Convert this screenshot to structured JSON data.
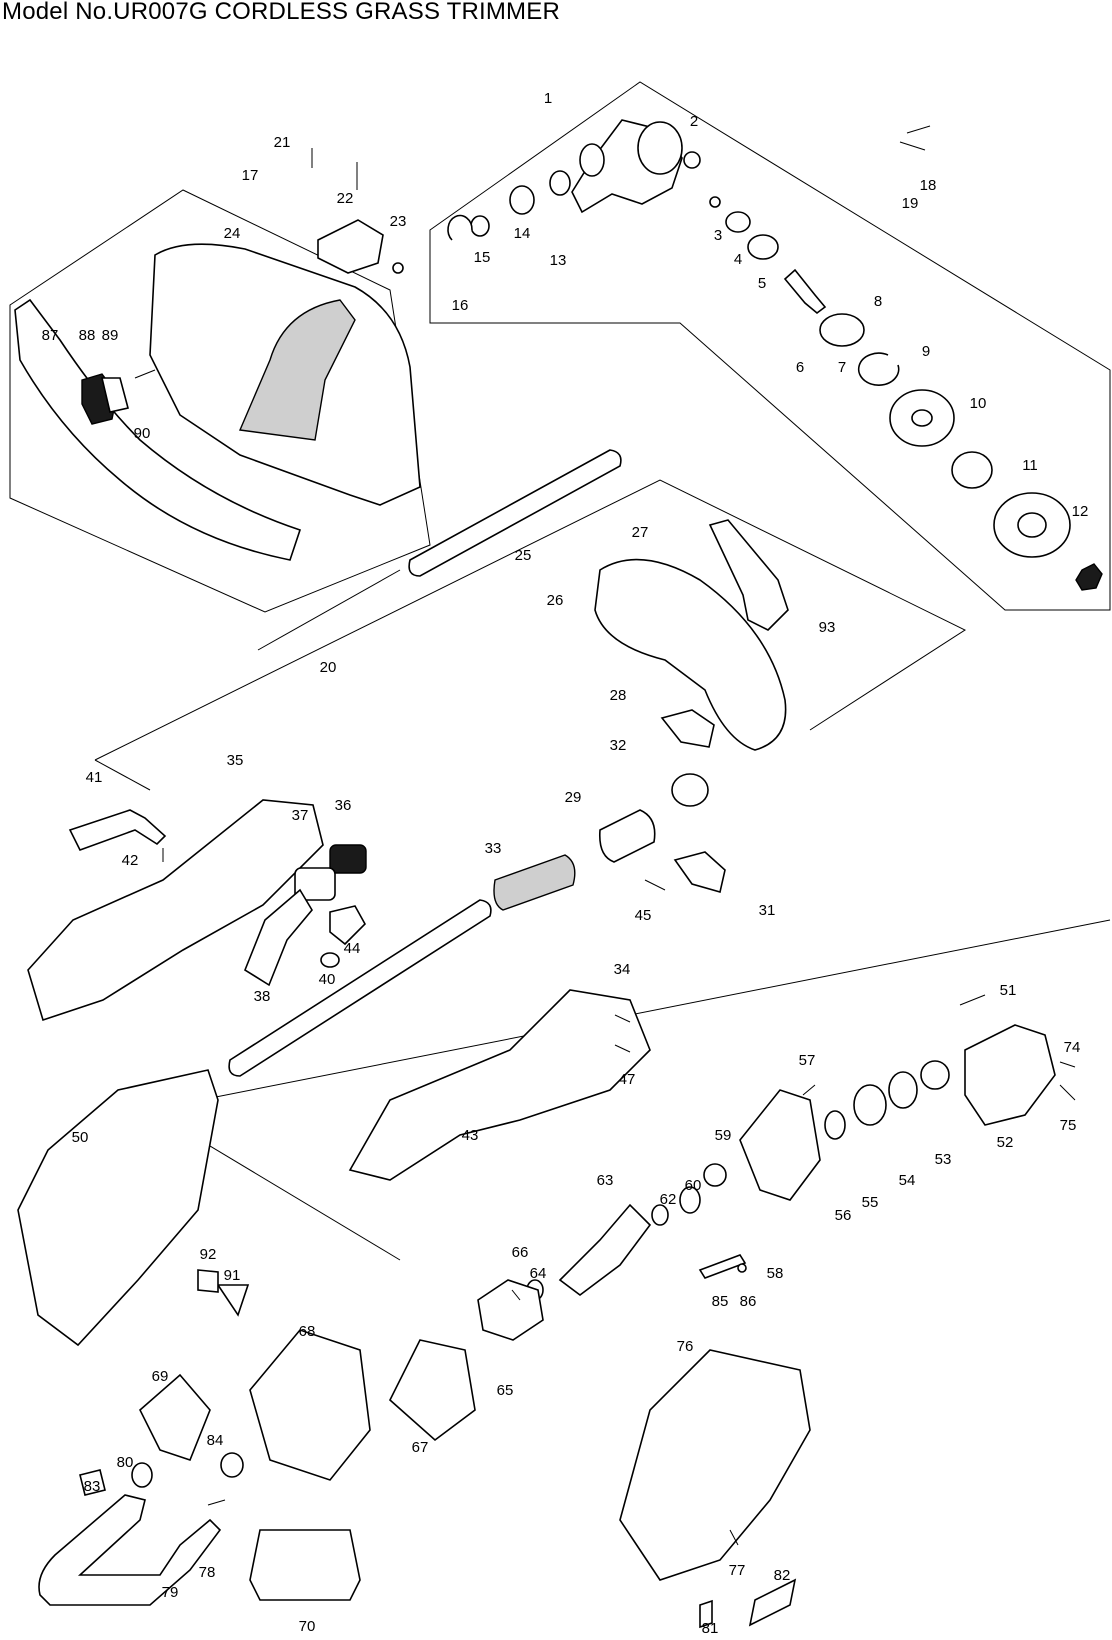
{
  "title": "Model No.UR007G CORDLESS GRASS TRIMMER",
  "part_numbers": [
    "1",
    "2",
    "3",
    "4",
    "5",
    "6",
    "7",
    "8",
    "9",
    "10",
    "11",
    "12",
    "13",
    "14",
    "15",
    "16",
    "17",
    "18",
    "19",
    "20",
    "21",
    "22",
    "23",
    "24",
    "25",
    "26",
    "27",
    "28",
    "29",
    "31",
    "32",
    "33",
    "34",
    "35",
    "36",
    "37",
    "38",
    "40",
    "41",
    "42",
    "43",
    "44",
    "45",
    "47",
    "50",
    "51",
    "52",
    "53",
    "54",
    "55",
    "56",
    "57",
    "58",
    "59",
    "60",
    "62",
    "63",
    "64",
    "65",
    "66",
    "67",
    "68",
    "69",
    "70",
    "74",
    "75",
    "76",
    "77",
    "78",
    "79",
    "80",
    "81",
    "82",
    "83",
    "84",
    "85",
    "86",
    "87",
    "88",
    "89",
    "90",
    "91",
    "92",
    "93"
  ]
}
